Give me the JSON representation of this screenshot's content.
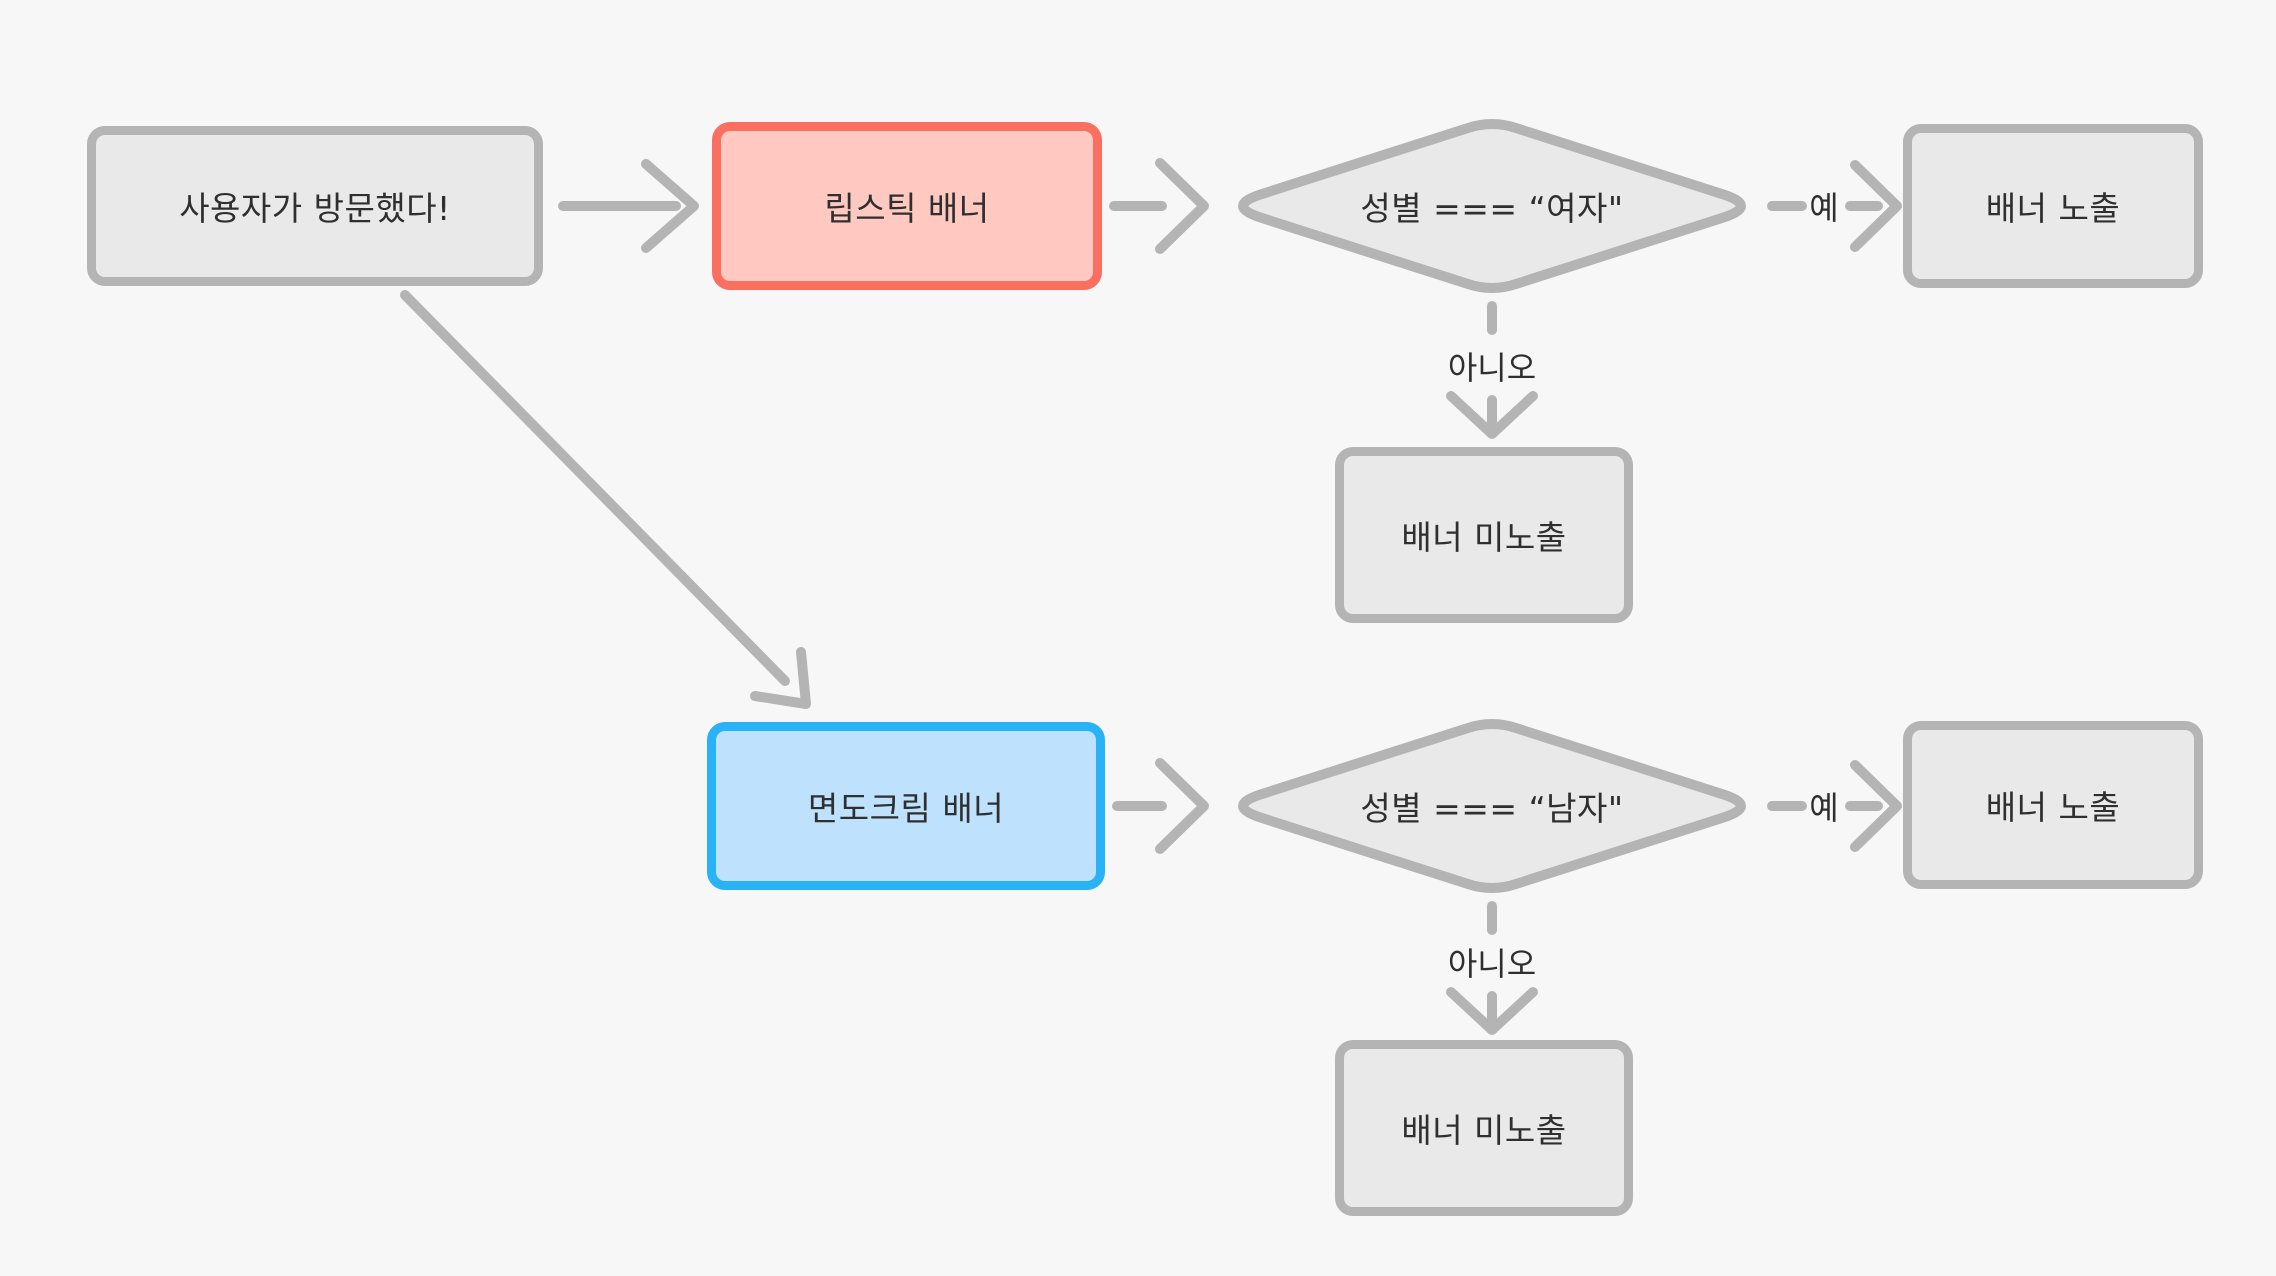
{
  "diagram": {
    "background": "#f7f7f7",
    "stroke_gray": "#b4b4b4",
    "text_color": "#2f2f2f",
    "gray_node_fill": "#e9e9e9",
    "red_node_border": "#fa6f5f",
    "red_node_fill": "#ffc9c2",
    "blue_node_border": "#2ab2f7",
    "blue_node_fill": "#bee2fd"
  },
  "nodes": {
    "start": {
      "label": "사용자가 방문했다!"
    },
    "lipstick": {
      "label": "립스틱 배너"
    },
    "decision_female": {
      "label": "성별 === “여자\""
    },
    "show_top": {
      "label": "배너 노출"
    },
    "hide_top": {
      "label": "배너 미노출"
    },
    "shaving": {
      "label": "면도크림 배너"
    },
    "decision_male": {
      "label": "성별 === “남자\""
    },
    "show_bottom": {
      "label": "배너 노출"
    },
    "hide_bottom": {
      "label": "배너 미노출"
    }
  },
  "edge_labels": {
    "yes_top": "예",
    "no_top": "아니오",
    "yes_bottom": "예",
    "no_bottom": "아니오"
  }
}
